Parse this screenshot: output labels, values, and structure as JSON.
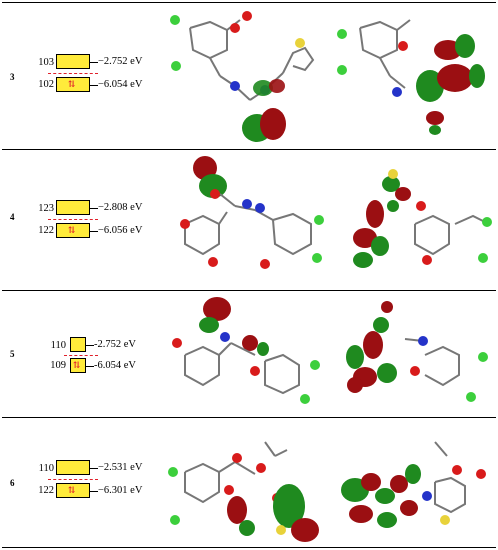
{
  "rows": [
    {
      "compound": "3",
      "lumo_index": "103",
      "lumo_energy": "−2.752 eV",
      "homo_index": "102",
      "homo_energy": "−6.054 eV"
    },
    {
      "compound": "4",
      "lumo_index": "123",
      "lumo_energy": "−2.808 eV",
      "homo_index": "122",
      "homo_energy": "−6.056 eV"
    },
    {
      "compound": "5",
      "lumo_index": "110",
      "lumo_energy": "-2.752 eV",
      "homo_index": "109",
      "homo_energy": "-6.054 eV"
    },
    {
      "compound": "6",
      "lumo_index": "110",
      "lumo_energy": "−2.531 eV",
      "homo_index": "122",
      "homo_energy": "−6.301 eV"
    }
  ],
  "colors": {
    "box_fill": "#ffeb3b",
    "dash": "#e0202a",
    "lobe_red": "#9b0f12",
    "lobe_green": "#1f8a1f",
    "atom_cl": "#3ccf3c",
    "atom_o": "#d81b1b",
    "atom_n": "#2433c9",
    "atom_s": "#e8d23a",
    "atom_c": "#8a8a8a",
    "atom_h": "#e6e6e6"
  },
  "icons": {
    "electron_pair": "up-down-arrows-icon"
  }
}
